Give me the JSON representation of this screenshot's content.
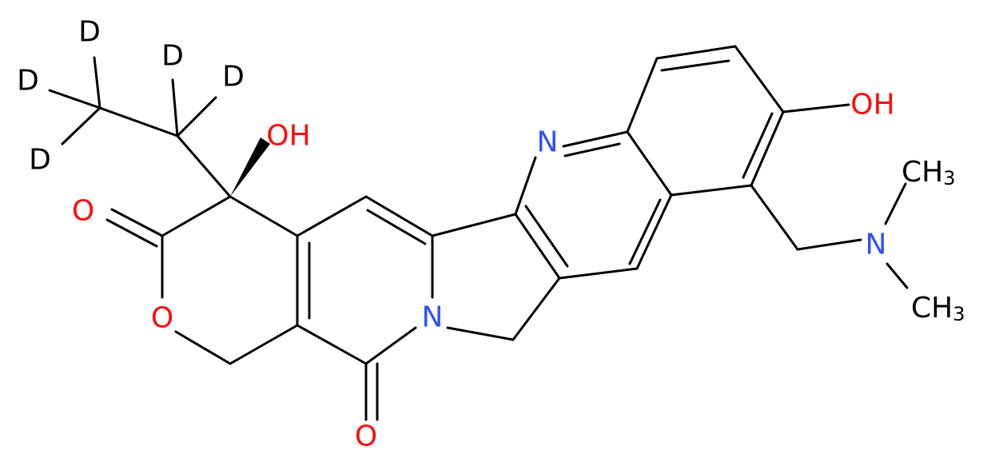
{
  "colors": {
    "carbon_bond": "#000000",
    "nitrogen": "#3050F8",
    "oxygen": "#FF0D0D",
    "deuterium": "#000000",
    "background": "#FFFFFF"
  },
  "labels": {
    "d1": "D",
    "d2": "D",
    "d3": "D",
    "d4": "D",
    "d5": "D",
    "oh_ethyl": "OH",
    "oh_ring": "OH",
    "o_lactone_carbonyl": "O",
    "o_lactone_ring": "O",
    "o_amide_carbonyl": "O",
    "n_quinoline": "N",
    "n_ring": "N",
    "n_amine": "N",
    "ch3_upper": "CH",
    "ch3_upper_sub": "3",
    "ch3_lower": "CH",
    "ch3_lower_sub": "3"
  }
}
